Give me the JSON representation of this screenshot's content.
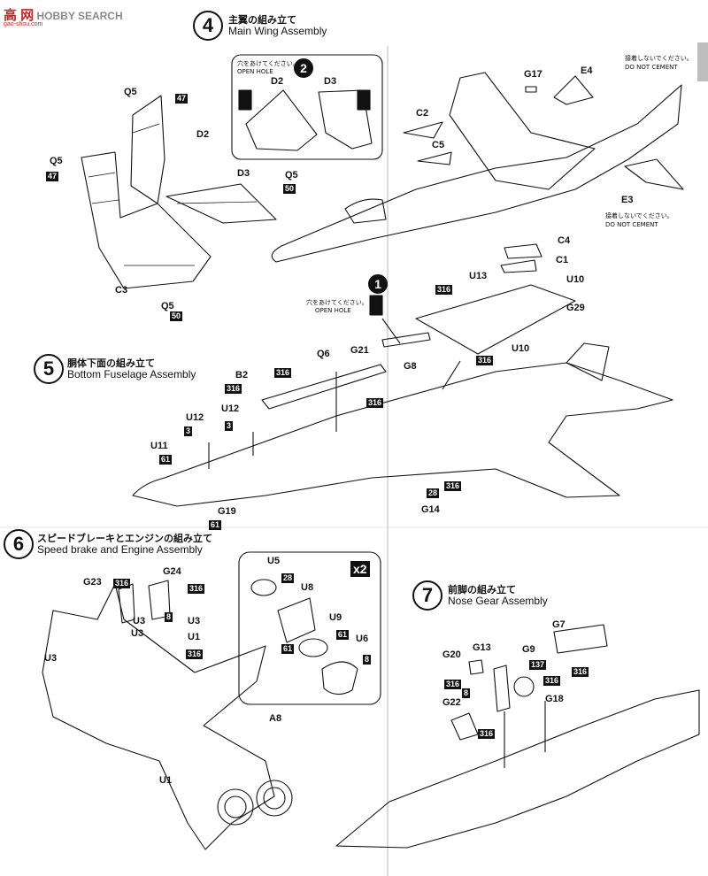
{
  "watermark": {
    "mark": "⾼ ⽹",
    "text": "HOBBY SEARCH",
    "url": "gao-shou.com"
  },
  "steps": [
    {
      "number": "4",
      "title_ja": "主翼の組み立て",
      "title_en": "Main Wing Assembly"
    },
    {
      "number": "5",
      "title_ja": "胴体下面の組み立て",
      "title_en": "Bottom Fuselage Assembly"
    },
    {
      "number": "6",
      "title_ja": "スピードブレーキとエンジンの組み立て",
      "title_en": "Speed brake and Engine Assembly"
    },
    {
      "number": "7",
      "title_ja": "前脚の組み立て",
      "title_en": "Nose Gear Assembly"
    }
  ],
  "notes": {
    "open_hole_ja": "穴をあけてください。",
    "open_hole_en": "OPEN HOLE",
    "no_cement_ja": "接着しないでください。",
    "no_cement_en": "DO NOT CEMENT",
    "option_2": "2",
    "option_1": "1",
    "multiplier": "x2"
  },
  "parts": {
    "q5": "Q5",
    "d2": "D2",
    "d3": "D3",
    "c3": "C3",
    "c2": "C2",
    "c5": "C5",
    "c4": "C4",
    "c1": "C1",
    "g17": "G17",
    "e4": "E4",
    "e3": "E3",
    "u13": "U13",
    "u10": "U10",
    "g29": "G29",
    "q6": "Q6",
    "g21": "G21",
    "g8": "G8",
    "b2": "B2",
    "u12": "U12",
    "u11": "U11",
    "g19": "G19",
    "g14": "G14",
    "g23": "G23",
    "g24": "G24",
    "u3": "U3",
    "u1": "U1",
    "a8": "A8",
    "u5": "U5",
    "u8": "U8",
    "u9": "U9",
    "u6": "U6",
    "g7": "G7",
    "g20": "G20",
    "g13": "G13",
    "g9": "G9",
    "g18": "G18",
    "g22": "G22"
  },
  "paints": {
    "p47": "47",
    "p50": "50",
    "p316": "316",
    "p3": "3",
    "p61": "61",
    "p28": "28",
    "p8": "8",
    "p137": "137"
  },
  "colors": {
    "ink": "#111111",
    "logo_red": "#d32020",
    "tab_gray": "#bdbdbd"
  }
}
